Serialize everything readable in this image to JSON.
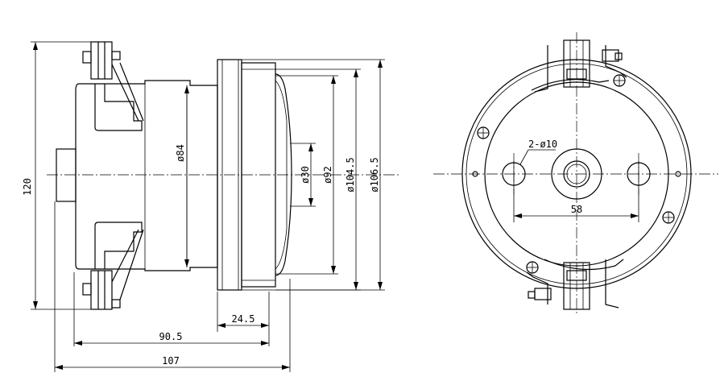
{
  "side_view": {
    "height_dim": "120",
    "diam_84": "ø84",
    "diam_30": "ø30",
    "diam_92": "ø92",
    "diam_104_5": "ø104.5",
    "diam_106_5": "ø106.5",
    "len_24_5": "24.5",
    "len_90_5": "90.5",
    "len_107": "107"
  },
  "front_view": {
    "holes_label": "2-ø10",
    "spacing": "58"
  }
}
